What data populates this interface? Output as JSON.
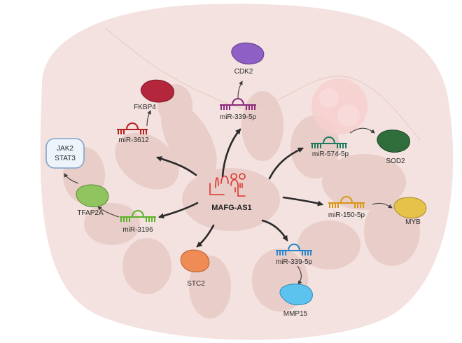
{
  "center": {
    "label": "MAFG-AS1",
    "color": "#d9332b"
  },
  "mirnas": [
    {
      "id": "mir3612",
      "label": "miR-3612",
      "color": "#b81f1f"
    },
    {
      "id": "mir339a",
      "label": "miR-339-5p",
      "color": "#8a2a7a"
    },
    {
      "id": "mir574",
      "label": "miR-574-5p",
      "color": "#1e7a5f"
    },
    {
      "id": "mir150",
      "label": "miR-150-5p",
      "color": "#d8961a"
    },
    {
      "id": "mir339b",
      "label": "miR-339-5p",
      "color": "#2a86c9"
    },
    {
      "id": "mir3196",
      "label": "miR-3196",
      "color": "#5bb32a"
    }
  ],
  "targets": [
    {
      "id": "fkbp4",
      "label": "FKBP4",
      "color": "#b3263b"
    },
    {
      "id": "cdk2",
      "label": "CDK2",
      "color": "#8e5fc4"
    },
    {
      "id": "sod2",
      "label": "SOD2",
      "color": "#2f6e3a"
    },
    {
      "id": "myb",
      "label": "MYB",
      "color": "#e5c24a"
    },
    {
      "id": "mmp15",
      "label": "MMP15",
      "color": "#5cc3ee"
    },
    {
      "id": "tfap2a",
      "label": "TFAP2A",
      "color": "#8fc45e"
    },
    {
      "id": "stc2",
      "label": "STC2",
      "color": "#ef8b55"
    }
  ],
  "pathway_box": {
    "line1": "JAK2",
    "line2": "STAT3"
  }
}
